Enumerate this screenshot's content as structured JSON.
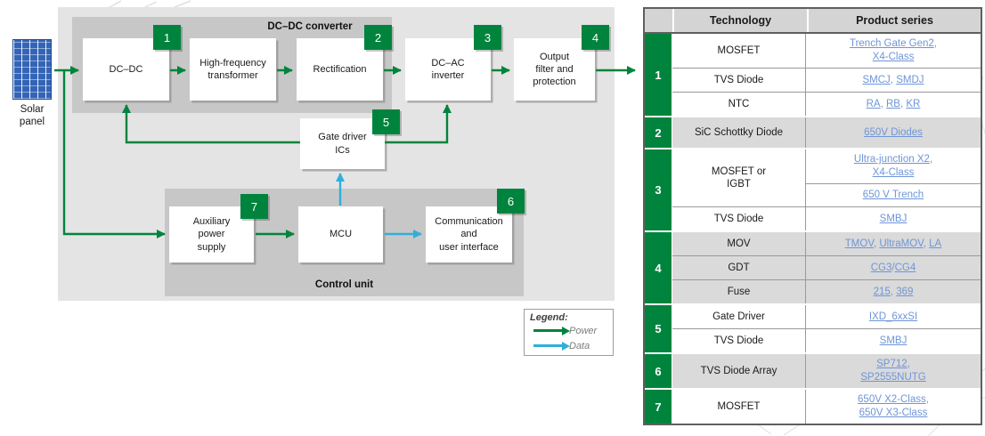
{
  "colors": {
    "power_green": "#00843d",
    "data_cyan": "#31afd8",
    "badge_green": "#00843d",
    "link_blue": "#6e95d8",
    "outer_box_gray": "#e4e4e4",
    "inner_box_gray": "#c7c7c7",
    "table_header_gray": "#d4d4d4",
    "table_shaded_gray": "#dadada",
    "solar_blue": "#3464b6"
  },
  "diagram": {
    "solar_panel": {
      "lines": [
        "Solar",
        "panel"
      ]
    },
    "sections": {
      "dcdc_converter": {
        "title": "DC–DC converter"
      },
      "control_unit": {
        "title": "Control unit"
      }
    },
    "blocks": {
      "dc_dc": {
        "lines": [
          "DC–DC"
        ],
        "badge": "1"
      },
      "hf_transformer": {
        "lines": [
          "High-frequency",
          "transformer"
        ]
      },
      "rectification": {
        "lines": [
          "Rectification"
        ],
        "badge": "2"
      },
      "dc_ac_inverter": {
        "lines": [
          "DC–AC",
          "inverter"
        ],
        "badge": "3"
      },
      "output_filter": {
        "lines": [
          "Output",
          "filter and",
          "protection"
        ],
        "badge": "4"
      },
      "gate_driver": {
        "lines": [
          "Gate driver",
          "ICs"
        ],
        "badge": "5"
      },
      "aux_power": {
        "lines": [
          "Auxiliary",
          "power",
          "supply"
        ],
        "badge": "7"
      },
      "mcu": {
        "lines": [
          "MCU"
        ]
      },
      "communication": {
        "lines": [
          "Communication",
          "and",
          "user interface"
        ],
        "badge": "6"
      }
    },
    "legend": {
      "title": "Legend:",
      "items": [
        {
          "label": "Power"
        },
        {
          "label": "Data"
        }
      ]
    }
  },
  "table": {
    "headers": {
      "technology": "Technology",
      "product_series": "Product series"
    },
    "groups": [
      {
        "num": "1",
        "shaded": false,
        "rows": [
          {
            "tech_lines": [
              "MOSFET"
            ],
            "products": [
              [
                {
                  "t": "Trench Gate Gen2",
                  "link": true
                },
                {
                  "t": ",",
                  "br": true
                },
                {
                  "t": "X4-Class",
                  "link": true
                }
              ]
            ]
          },
          {
            "tech_lines": [
              "TVS Diode"
            ],
            "products": [
              [
                {
                  "t": "SMCJ",
                  "link": true
                },
                {
                  "t": ", "
                },
                {
                  "t": "SMDJ",
                  "link": true
                }
              ]
            ]
          },
          {
            "tech_lines": [
              "NTC"
            ],
            "products": [
              [
                {
                  "t": "RA",
                  "link": true
                },
                {
                  "t": ", "
                },
                {
                  "t": "RB",
                  "link": true
                },
                {
                  "t": ", "
                },
                {
                  "t": "KR",
                  "link": true
                }
              ]
            ]
          }
        ]
      },
      {
        "num": "2",
        "shaded": true,
        "rows": [
          {
            "tech_lines": [
              "SiC Schottky Diode"
            ],
            "products": [
              [
                {
                  "t": "650V Diodes",
                  "link": true
                }
              ]
            ]
          }
        ]
      },
      {
        "num": "3",
        "shaded": false,
        "rows": [
          {
            "tech_lines": [
              "MOSFET or",
              "IGBT"
            ],
            "products": [
              [
                {
                  "t": "Ultra-junction X2",
                  "link": true
                },
                {
                  "t": ",",
                  "br": true
                },
                {
                  "t": "X4-Class",
                  "link": true
                }
              ],
              [
                {
                  "t": "650 V Trench",
                  "link": true
                }
              ]
            ]
          },
          {
            "tech_lines": [
              "TVS Diode"
            ],
            "products": [
              [
                {
                  "t": "SMBJ",
                  "link": true
                }
              ]
            ]
          }
        ]
      },
      {
        "num": "4",
        "shaded": true,
        "rows": [
          {
            "tech_lines": [
              "MOV"
            ],
            "products": [
              [
                {
                  "t": "TMOV",
                  "link": true
                },
                {
                  "t": ", "
                },
                {
                  "t": "UltraMOV",
                  "link": true
                },
                {
                  "t": ", "
                },
                {
                  "t": "LA",
                  "link": true
                }
              ]
            ]
          },
          {
            "tech_lines": [
              "GDT"
            ],
            "products": [
              [
                {
                  "t": "CG3",
                  "link": true
                },
                {
                  "t": "/"
                },
                {
                  "t": "CG4",
                  "link": true
                }
              ]
            ]
          },
          {
            "tech_lines": [
              "Fuse"
            ],
            "products": [
              [
                {
                  "t": "215",
                  "link": true
                },
                {
                  "t": ", "
                },
                {
                  "t": "369",
                  "link": true
                }
              ]
            ]
          }
        ]
      },
      {
        "num": "5",
        "shaded": false,
        "rows": [
          {
            "tech_lines": [
              "Gate Driver"
            ],
            "products": [
              [
                {
                  "t": "IXD_6xxSI",
                  "link": true
                }
              ]
            ]
          },
          {
            "tech_lines": [
              "TVS Diode"
            ],
            "products": [
              [
                {
                  "t": "SMBJ",
                  "link": true
                }
              ]
            ]
          }
        ]
      },
      {
        "num": "6",
        "shaded": true,
        "rows": [
          {
            "tech_lines": [
              "TVS Diode Array"
            ],
            "products": [
              [
                {
                  "t": "SP712",
                  "link": true
                },
                {
                  "t": ",",
                  "br": true
                },
                {
                  "t": "SP2555NUTG",
                  "link": true
                }
              ]
            ]
          }
        ]
      },
      {
        "num": "7",
        "shaded": false,
        "rows": [
          {
            "tech_lines": [
              "MOSFET"
            ],
            "products": [
              [
                {
                  "t": "650V X2-Class",
                  "link": true
                },
                {
                  "t": ",",
                  "br": true
                },
                {
                  "t": "650V X3-Class",
                  "link": true
                }
              ]
            ]
          }
        ]
      }
    ]
  }
}
